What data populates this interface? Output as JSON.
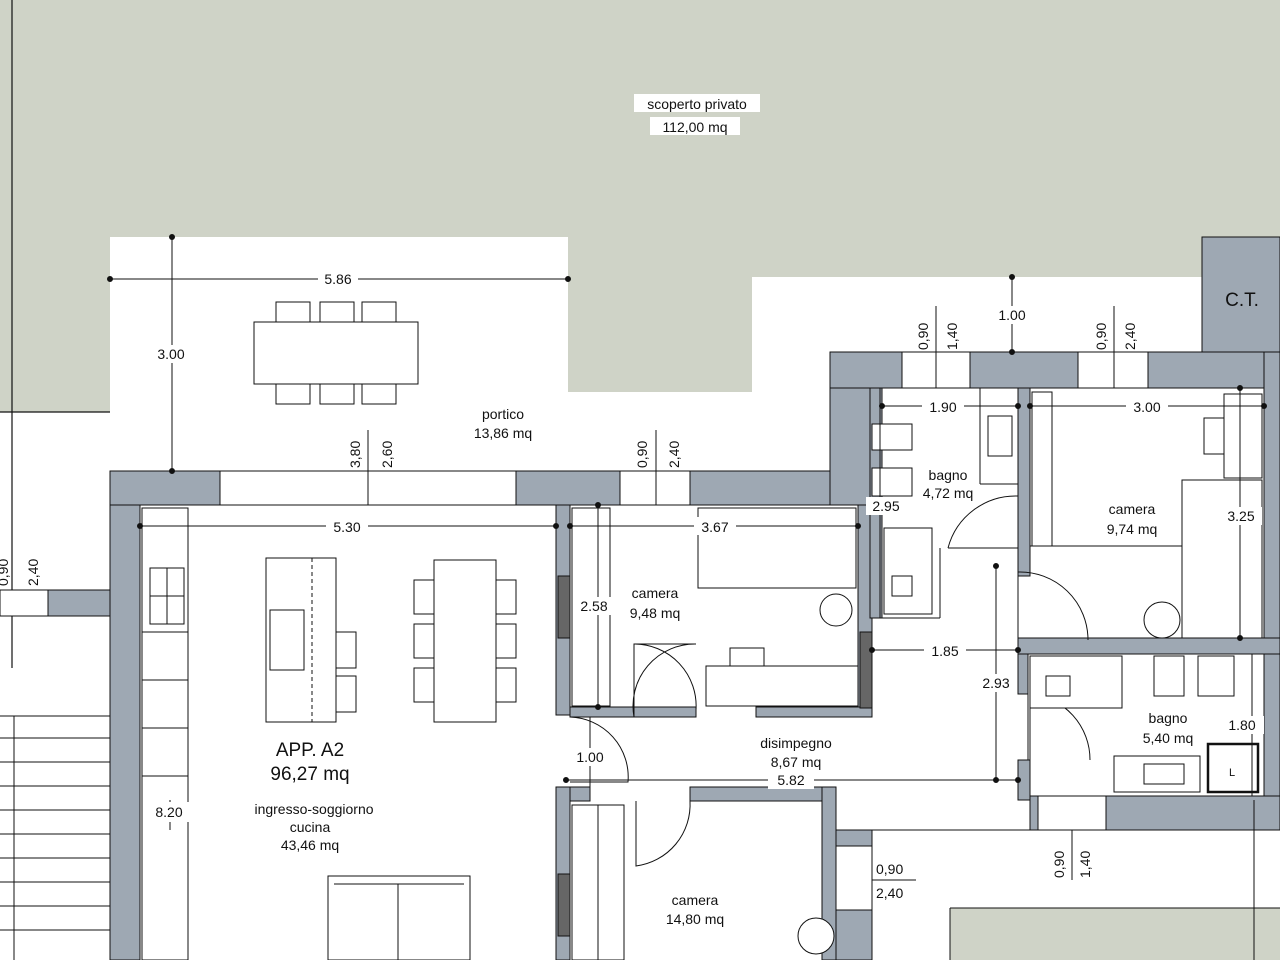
{
  "colors": {
    "garden": "#cfd3c7",
    "wall": "#9ea8b3",
    "line": "#111111",
    "paper": "#ffffff",
    "door_mark": "#666666"
  },
  "areas": {
    "scoperto": {
      "name": "scoperto privato",
      "area": "112,00 mq"
    },
    "portico": {
      "name": "portico",
      "area": "13,86 mq"
    },
    "ct": {
      "name": "C.T."
    },
    "apartment": {
      "name": "APP. A2",
      "area": "96,27 mq"
    },
    "living": {
      "name_line1": "ingresso-soggiorno",
      "name_line2": "cucina",
      "area": "43,46 mq"
    },
    "camera1": {
      "name": "camera",
      "area": "9,48 mq"
    },
    "camera2": {
      "name": "camera",
      "area": "9,74 mq"
    },
    "camera3": {
      "name": "camera",
      "area": "14,80 mq"
    },
    "bagno1": {
      "name": "bagno",
      "area": "4,72 mq"
    },
    "bagno2": {
      "name": "bagno",
      "area": "5,40 mq"
    },
    "disimpegno": {
      "name": "disimpegno",
      "area": "8,67 mq"
    },
    "fixture_label": "L"
  },
  "dimensions": {
    "portico_width": "5.86",
    "portico_depth": "3.00",
    "living_width": "5.30",
    "living_height": "8.20",
    "cam1_width": "3.67",
    "cam1_height": "2.58",
    "bagno1_width": "1.90",
    "bagno1_height": "2.95",
    "cam2_width": "3.00",
    "cam2_height": "3.25",
    "ct_spacing": "1.00",
    "corridor_width": "5.82",
    "corridor_door": "1.00",
    "disimp_height": "2.93",
    "disimp_width": "1.85",
    "bagno2_height": "1.80",
    "window1_sill": "3,80",
    "window1_h": "2,60",
    "window2_sill": "0,90",
    "window2_h": "2,40",
    "window3_sill": "0,90",
    "window3_h": "1,40",
    "window4_sill": "0,90",
    "window4_h": "2,40",
    "window5_sill": "0,90",
    "window5_h": "1,40",
    "window6_sill": "0,90",
    "window6_h": "2,40",
    "window7_sill": "0,90",
    "window7_h": "2,40"
  }
}
